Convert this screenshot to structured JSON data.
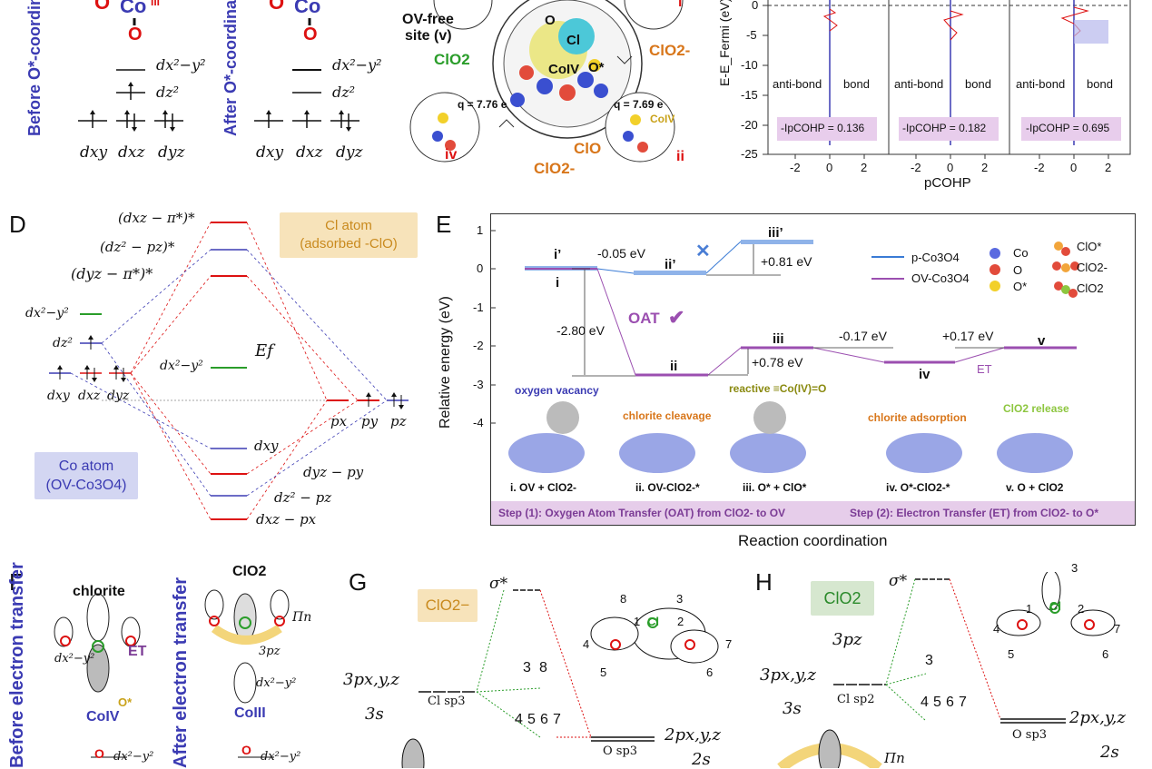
{
  "panelA": {
    "before_label": "Before O*-coordination",
    "after_label": "After O*-coordination",
    "co_label": "Co",
    "co_sup": "III",
    "o_label": "O",
    "orbitals_upper": [
      "dx²−y²",
      "dz²"
    ],
    "orbitals_lower": [
      "dxy",
      "dxz",
      "dyz"
    ]
  },
  "panelB": {
    "ov_free_label": "OV-free",
    "site_label": "site (v)",
    "q_left": "q = 7.76 e",
    "q_right": "q = 7.69 e",
    "co_iv": "CoIV",
    "species": [
      "ClO2",
      "ClO2-",
      "ClO",
      "ClO2-"
    ],
    "roman": [
      "iv",
      "ii",
      "i"
    ],
    "center_labels": [
      "O",
      "Cl",
      "CoIV",
      "O*"
    ]
  },
  "panelC": {
    "ylabel": "E-E_Fermi (eV)",
    "xlabel": "pCOHP",
    "yticks": [
      "0",
      "-5",
      "-10",
      "-15",
      "-20",
      "-25"
    ],
    "xticks": [
      "-2",
      "0",
      "2"
    ],
    "subplots": [
      {
        "antibond": "anti-bond",
        "bond": "bond",
        "ipcohp": "-IpCOHP = 0.136"
      },
      {
        "antibond": "anti-bond",
        "bond": "bond",
        "ipcohp": "-IpCOHP = 0.182"
      },
      {
        "antibond": "anti-bond",
        "bond": "bond",
        "ipcohp": "-IpCOHP = 0.695"
      }
    ]
  },
  "panelD": {
    "letter": "D",
    "levels_top": [
      "(dxz − π*)*",
      "(dz² − pz)*",
      "(dyz − π*)*"
    ],
    "co_left": [
      "dx²−y²",
      "dz²",
      "dxy",
      "dxz",
      "dyz"
    ],
    "ef": "Ef",
    "mid_label": "dx²−y²",
    "cl_box": [
      "Cl atom",
      "(adsorbed -ClO)"
    ],
    "co_box": [
      "Co atom",
      "(OV-Co3O4)"
    ],
    "p_labels": [
      "px",
      "py",
      "pz"
    ],
    "bottom_levels": [
      "dxy",
      "dyz − py",
      "dz² − pz",
      "dxz − px"
    ]
  },
  "panelE": {
    "letter": "E",
    "ylabel": "Relative energy (eV)",
    "xlabel": "Reaction coordination",
    "yticks": [
      "1",
      "0",
      "-1",
      "-2",
      "-3",
      "-4"
    ],
    "states": [
      "i’",
      "i",
      "ii’",
      "iii’",
      "ii",
      "iii",
      "iv",
      "v"
    ],
    "energies": [
      "-0.05 eV",
      "+0.81 eV",
      "-2.80 eV",
      "+0.78 eV",
      "-0.17 eV",
      "+0.17 eV"
    ],
    "oat": "OAT",
    "et": "ET",
    "legend": [
      "p-Co3O4",
      "OV-Co3O4",
      "Co",
      "O",
      "O*",
      "ClO*",
      "ClO2-",
      "ClO2"
    ],
    "callouts": [
      "oxygen vacancy",
      "chlorite cleavage",
      "reactive ≡Co(IV)=O",
      "chlorite adsorption",
      "ClO2 release"
    ],
    "steps_bottom": [
      "i. OV + ClO2-",
      "ii. OV-ClO2-*",
      "iii. O* + ClO*",
      "iv. O*-ClO2-*",
      "v. O + ClO2"
    ],
    "banner": [
      "Step (1): Oxygen Atom Transfer (OAT) from ClO2- to OV",
      "Step (2): Electron Transfer (ET) from ClO2- to O*"
    ],
    "colors": {
      "p": "#3a7bd5",
      "ov": "#9b4fb0"
    }
  },
  "panelF": {
    "letter": "F",
    "side_left": "Before electron transfer",
    "side_right": "After electron transfer",
    "chlorite": "chlorite",
    "clo2": "ClO2",
    "et": "ET",
    "pz": "3pz",
    "pin": "Πn",
    "co_iv": "CoIV",
    "co_iii": "CoIII",
    "ostar": "O*",
    "o": "O",
    "dx": "dx²−y²"
  },
  "panelG": {
    "letter": "G",
    "species": "ClO2−",
    "sigma": "σ*",
    "left": [
      "3px,y,z",
      "3s"
    ],
    "cl_sp3": "Cl sp3",
    "o_sp3": "O sp3",
    "right": [
      "2px,y,z",
      "2s"
    ],
    "nums_top": [
      "3",
      "8"
    ],
    "nums_mid": [
      "4",
      "5",
      "6",
      "7"
    ],
    "atoms": [
      "8",
      "3",
      "1",
      "2",
      "4",
      "5",
      "6",
      "7",
      "Cl"
    ]
  },
  "panelH": {
    "letter": "H",
    "species": "ClO2",
    "sigma": "σ*",
    "left": [
      "3pz",
      "3px,y,z",
      "3s"
    ],
    "cl_sp2": "Cl sp2",
    "o_sp3": "O sp3",
    "right": [
      "2px,y,z",
      "2s"
    ],
    "pin": "Πn",
    "nums_top": [
      "3"
    ],
    "nums_mid": [
      "4",
      "5",
      "6",
      "7"
    ],
    "atoms": [
      "3",
      "1",
      "2",
      "4",
      "5",
      "6",
      "7",
      "Cl"
    ]
  }
}
